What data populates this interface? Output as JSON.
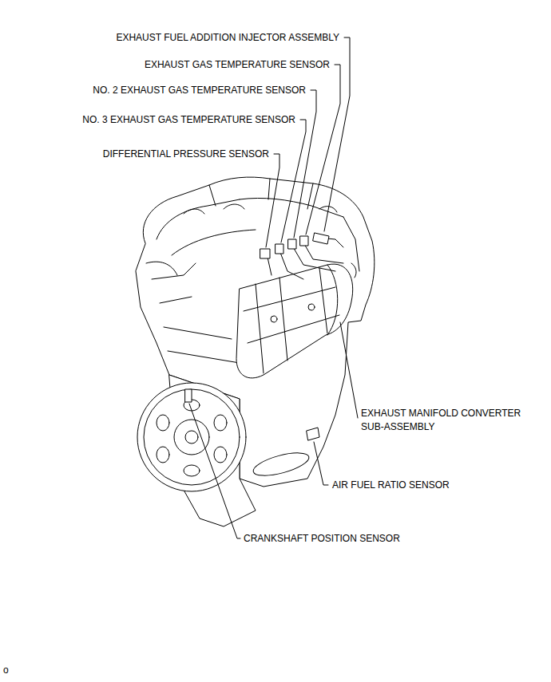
{
  "diagram": {
    "labels": [
      "EXHAUST FUEL ADDITION INJECTOR ASSEMBLY",
      "EXHAUST GAS TEMPERATURE SENSOR",
      "NO. 2 EXHAUST GAS TEMPERATURE SENSOR",
      "NO. 3 EXHAUST GAS TEMPERATURE SENSOR",
      "DIFFERENTIAL PRESSURE SENSOR",
      "EXHAUST MANIFOLD CONVERTER SUB-ASSEMBLY",
      "AIR FUEL RATIO SENSOR",
      "CRANKSHAFT POSITION SENSOR",
      "o"
    ]
  }
}
